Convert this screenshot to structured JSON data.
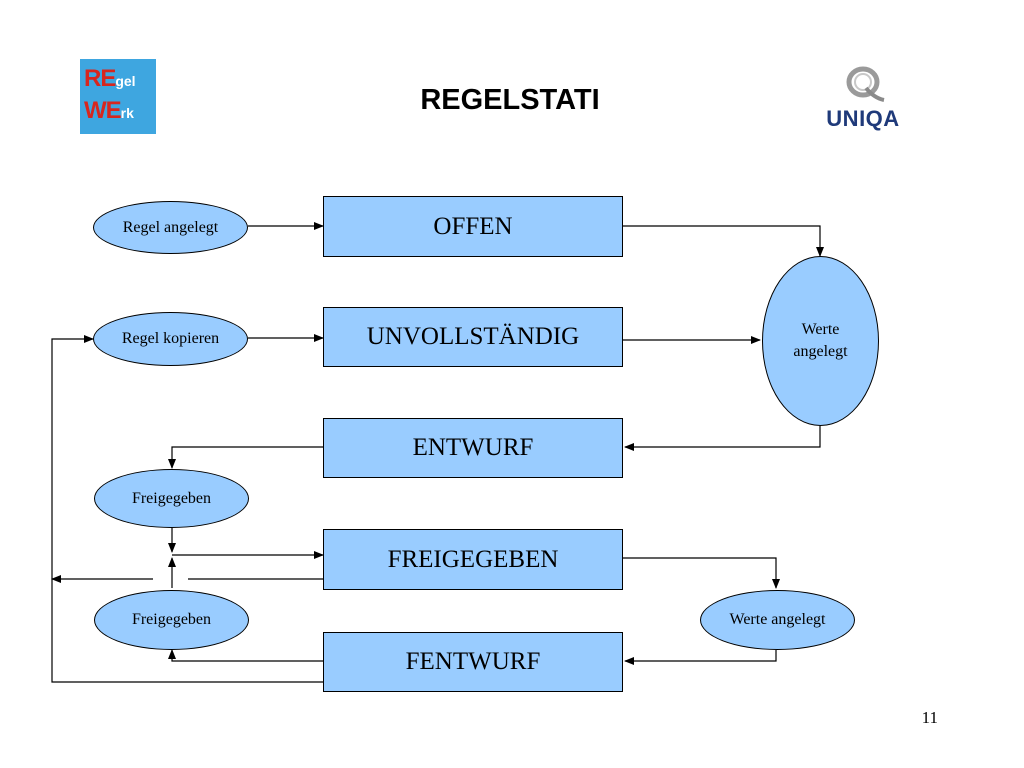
{
  "slide": {
    "title": "REGELSTATI",
    "page_number": "11"
  },
  "logos": {
    "left": {
      "line1_big": "RE",
      "line1_small": "gel",
      "line2_big": "WE",
      "line2_small": "rk"
    },
    "right": {
      "word": "UNIQA"
    }
  },
  "states": {
    "offen": "OFFEN",
    "unvollstaendig": "UNVOLLSTÄNDIG",
    "entwurf": "ENTWURF",
    "freigegeben": "FREIGEGEBEN",
    "fentwurf": "FENTWURF"
  },
  "events": {
    "regel_angelegt": "Regel angelegt",
    "regel_kopieren": "Regel kopieren",
    "werte_angelegt_1": "Werte angelegt",
    "freigegeben_1": "Freigegeben",
    "freigegeben_2": "Freigegeben",
    "werte_angelegt_2": "Werte angelegt"
  },
  "colors": {
    "fill": "#99ccff",
    "line": "#000000"
  }
}
